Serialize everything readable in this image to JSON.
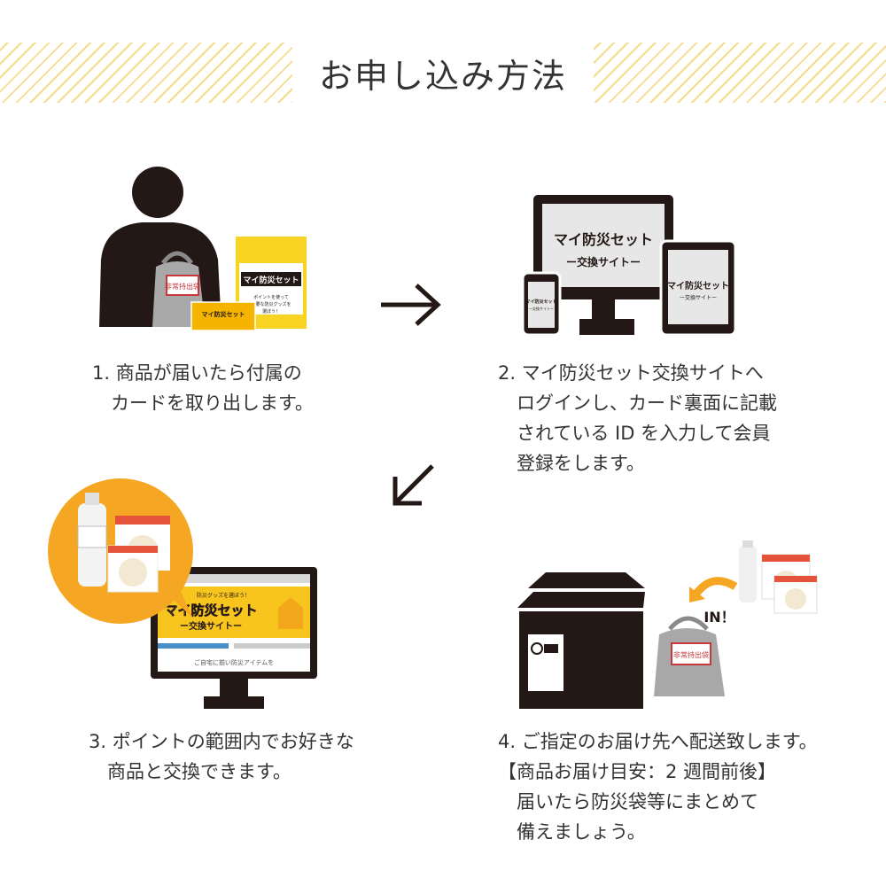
{
  "title": "お申し込み方法",
  "steps": [
    {
      "lines": [
        "1. 商品が届いたら付属の",
        "　カードを取り出します。"
      ],
      "illustration": {
        "box_line1": "マイ防災セット",
        "box_line2": "ポイントを使って",
        "box_line3": "必要な防災グッズを",
        "box_line4": "選ぼう！",
        "card_title": "マイ防災セット",
        "bag_label": "非常持出袋"
      }
    },
    {
      "lines": [
        "2. マイ防災セット交換サイトへ",
        "　ログインし、カード裏面に記載",
        "　されている ID を入力して会員",
        "　登録をします。"
      ],
      "illustration": {
        "monitor_line1": "マイ防災セット",
        "monitor_line2": "ー交換サイトー",
        "tablet_line1": "マイ防災セット",
        "tablet_line2": "ー交換サイトー",
        "phone_line1": "マイ防災セット",
        "phone_line2": "ー交換サイトー"
      }
    },
    {
      "lines": [
        "3. ポイントの範囲内でお好きな",
        "　商品と交換できます。"
      ],
      "illustration": {
        "banner_small": "防災グッズを選ぼう！",
        "banner_line1": "マイ防災セット",
        "banner_line2": "ー交換サイトー",
        "footer_text": "ご自宅に揃い防災アイテムを"
      }
    },
    {
      "lines": [
        "4. ご指定のお届け先へ配送致します。",
        "【商品お届け目安：2 週間前後】",
        "　届いたら防災袋等にまとめて",
        "　備えましょう。"
      ],
      "illustration": {
        "in_label": "IN！",
        "bag_label": "非常持出袋"
      }
    }
  ],
  "arrows": {
    "right": "arrow-right",
    "down_left": "arrow-down-left"
  },
  "colors": {
    "accent_orange": "#f5a623",
    "accent_yellow": "#f8d31f",
    "stripe": "#f3dc8c",
    "dark": "#231815",
    "text": "#333333",
    "bag_grey": "#9a9a9a",
    "bag_red": "#c8373c"
  }
}
